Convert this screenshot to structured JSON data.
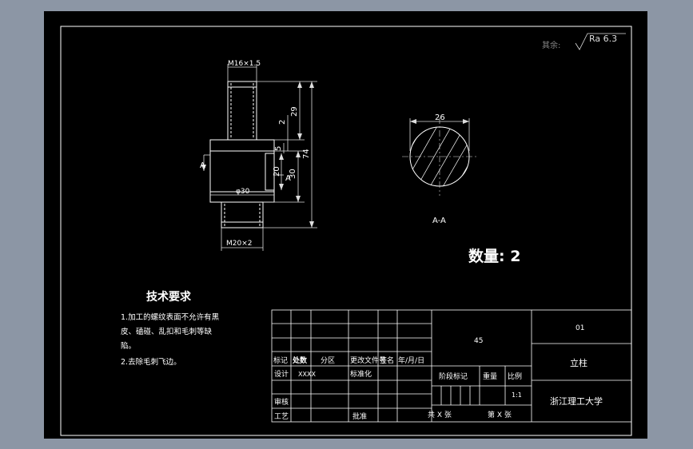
{
  "colors": {
    "background": "#8c96a5",
    "sheet": "#000000",
    "line": "#ffffff",
    "dim": "#dddddd"
  },
  "dimensions": {
    "thread_top": "M16×1.5",
    "thread_bottom": "M20×2",
    "diameter": "φ30",
    "len_74": "74",
    "len_29": "29",
    "len_2": "2",
    "len_5": "5",
    "len_30": "30",
    "len_20": "20",
    "section_dia": "26"
  },
  "section": {
    "letter": "A",
    "caption": "A-A"
  },
  "roughness": {
    "prefix": "其余:",
    "symbol": "Ra 6.3"
  },
  "quantity": "数量: 2",
  "tech": {
    "title": "技术要求",
    "line1": "1.加工的螺纹表面不允许有黑",
    "line2": "皮、磕碰、乱扣和毛刺等缺",
    "line3": "陷。",
    "line4": "2.去除毛刺飞边。"
  },
  "title_block": {
    "material": "45",
    "drawing_no": "01",
    "part_name": "立柱",
    "company": "浙江理工大学",
    "mark": "标记",
    "count": "处数",
    "zone": "分区",
    "change_doc": "更改文件号",
    "sign": "签名",
    "date": "年/月/日",
    "design": "设计",
    "designer": "XXXX",
    "standard": "标准化",
    "stage": "阶段标记",
    "weight": "重量",
    "scale_label": "比例",
    "scale": "1:1",
    "check": "审核",
    "process": "工艺",
    "approve": "批准",
    "sheets_total": "共 X 张",
    "sheet_no": "第 X 张"
  }
}
